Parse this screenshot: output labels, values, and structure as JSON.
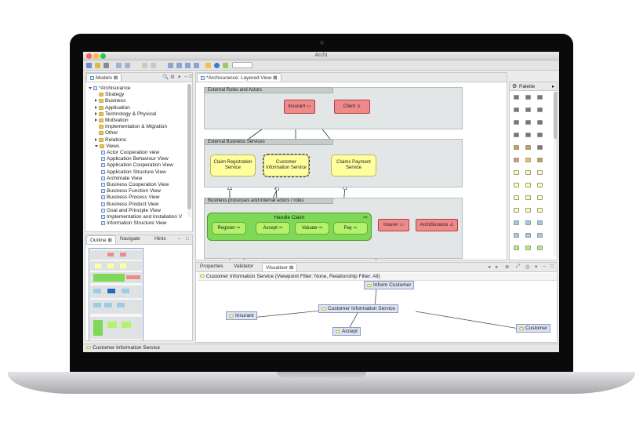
{
  "window": {
    "title": "Archi"
  },
  "models_panel": {
    "tab": "Models",
    "items": [
      {
        "label": "*Archisurance",
        "kind": "model",
        "depth": 0
      },
      {
        "label": "Strategy",
        "kind": "folder",
        "depth": 1
      },
      {
        "label": "Business",
        "kind": "folder-collapsed",
        "depth": 1
      },
      {
        "label": "Application",
        "kind": "folder-collapsed",
        "depth": 1
      },
      {
        "label": "Technology & Physical",
        "kind": "folder-collapsed",
        "depth": 1
      },
      {
        "label": "Motivation",
        "kind": "folder-collapsed",
        "depth": 1
      },
      {
        "label": "Implementation & Migration",
        "kind": "folder",
        "depth": 1
      },
      {
        "label": "Other",
        "kind": "folder",
        "depth": 1
      },
      {
        "label": "Relations",
        "kind": "folder-collapsed",
        "depth": 1
      },
      {
        "label": "Views",
        "kind": "folder-open",
        "depth": 1
      },
      {
        "label": "Actor Cooperation view",
        "kind": "view",
        "depth": 2
      },
      {
        "label": "Application Behaviour View",
        "kind": "view",
        "depth": 2
      },
      {
        "label": "Application Cooperation View",
        "kind": "view",
        "depth": 2
      },
      {
        "label": "Application Structure View",
        "kind": "view",
        "depth": 2
      },
      {
        "label": "Archimate View",
        "kind": "view",
        "depth": 2
      },
      {
        "label": "Business Cooperation View",
        "kind": "view",
        "depth": 2
      },
      {
        "label": "Business Function View",
        "kind": "view",
        "depth": 2
      },
      {
        "label": "Business Process View",
        "kind": "view",
        "depth": 2
      },
      {
        "label": "Business Product View",
        "kind": "view",
        "depth": 2
      },
      {
        "label": "Goal and Principle View",
        "kind": "view",
        "depth": 2
      },
      {
        "label": "Implementation and Installation V",
        "kind": "view",
        "depth": 2
      },
      {
        "label": "Information Structure View",
        "kind": "view",
        "depth": 2
      }
    ]
  },
  "outline_panel": {
    "tabs": [
      "Outline",
      "Navigate",
      "Hints"
    ]
  },
  "editor": {
    "tab": "*Archisurance: Layered View",
    "groups": {
      "actors": "External Roles and Actors",
      "services": "External Business Services",
      "processes": "Business processes and internal actors / roles"
    },
    "nodes": {
      "insurant": "Insurant",
      "client": "Client",
      "claim_registration": "Claim Registration Service",
      "customer_information": "Customer Information Service",
      "claims_payment": "Claims Payment Service",
      "handle_claim": "Handle Claim",
      "register": "Register",
      "accept": "Accept",
      "valuate": "Valuate",
      "pay": "Pay",
      "insurer": "Insurer",
      "archisurance": "ArchiSurance"
    }
  },
  "palette": {
    "title": "Palette"
  },
  "bottom_panel": {
    "tabs": [
      "Properties",
      "Validator",
      "Visualiser"
    ],
    "info": "Customer Information Service (Viewpoint Filter: None, Relationship Filter: All)",
    "graph": {
      "center": "Customer Information Service",
      "top": "Inform Customer",
      "left": "Insurant",
      "right": "Customer",
      "bottom": "Accept"
    }
  },
  "status_bar": {
    "text": "Customer Information Service"
  }
}
